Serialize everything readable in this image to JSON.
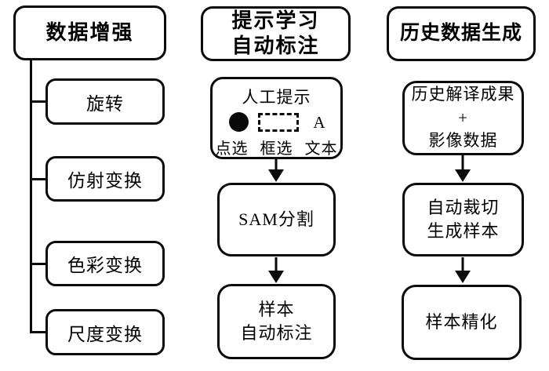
{
  "colors": {
    "stroke": "#0a0a0a",
    "background": "#ffffff"
  },
  "col1": {
    "header": "数据增强",
    "items": [
      {
        "label": "旋转"
      },
      {
        "label": "仿射变换"
      },
      {
        "label": "色彩变换"
      },
      {
        "label": "尺度变换"
      }
    ]
  },
  "col2": {
    "header": {
      "line1": "提示学习",
      "line2": "自动标注"
    },
    "manual_prompt": {
      "title": "人工提示",
      "point_icon": "filled-circle",
      "box_icon": "dashed-rectangle",
      "text_prompt_glyph": "A",
      "point_label": "点选",
      "box_label": "框选",
      "text_label": "文本"
    },
    "sam_box": {
      "label": "SAM分割"
    },
    "sample_box": {
      "line1": "样本",
      "line2": "自动标注"
    }
  },
  "col3": {
    "header": "历史数据生成",
    "source_box": {
      "line1": "历史解译成果",
      "line2": "+",
      "line3": "影像数据"
    },
    "crop_box": {
      "line1": "自动裁切",
      "line2": "生成样本"
    },
    "refine_box": {
      "label": "样本精化"
    }
  }
}
